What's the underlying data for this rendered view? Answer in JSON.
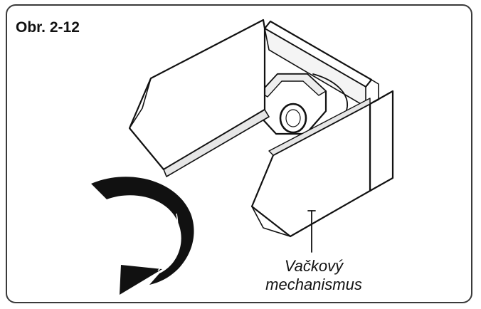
{
  "figure": {
    "label": "Obr. 2-12",
    "callout_line1": "Vačkový",
    "callout_line2": "mechanismus"
  },
  "colors": {
    "ink": "#111111",
    "frame": "#3a3a3a",
    "background": "#ffffff"
  },
  "icons": {
    "rotation_arrow": "curved-arrow-counterclockwise-icon"
  }
}
